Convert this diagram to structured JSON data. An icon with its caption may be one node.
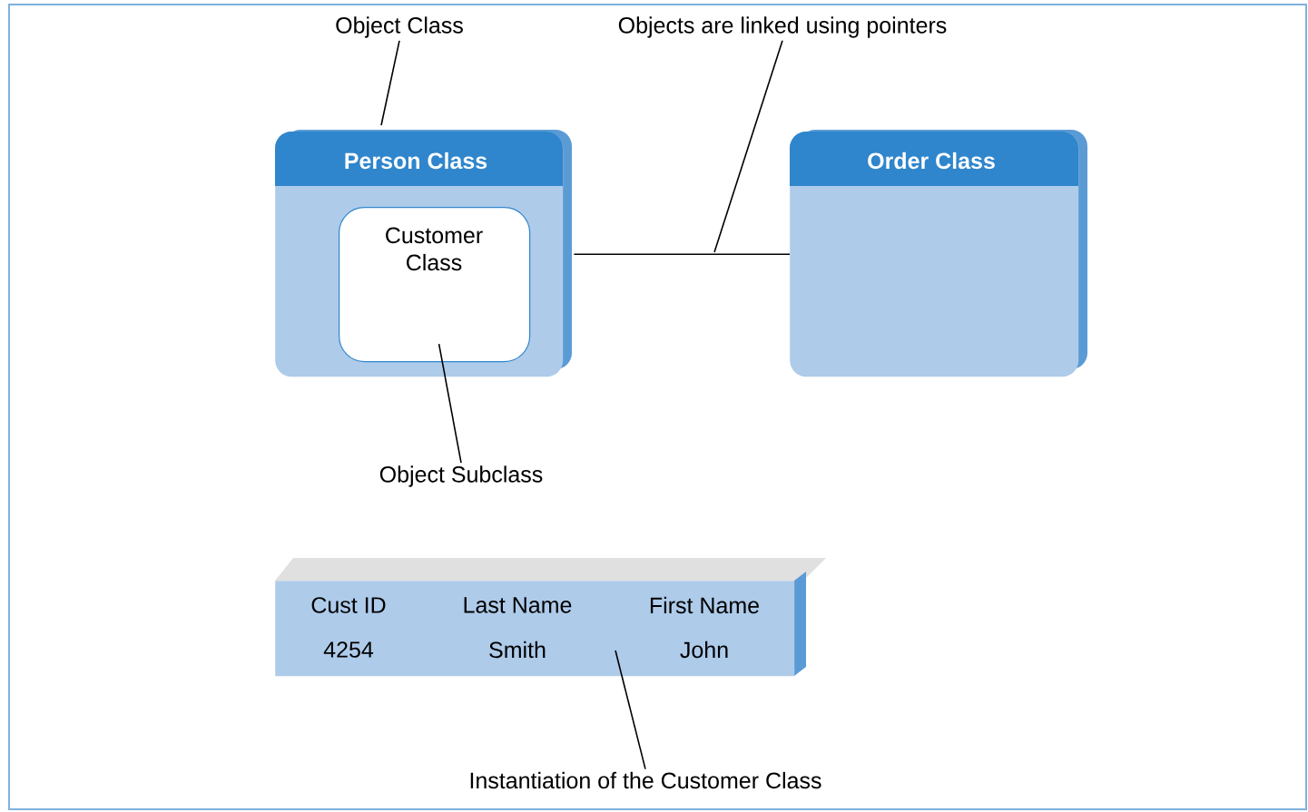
{
  "diagram": {
    "nodes": [
      {
        "text": [
          "Person Class"
        ]
      },
      {
        "text": [
          "Customer Class"
        ],
        "in": 0
      },
      {
        "text": [
          "Order Class"
        ]
      },
      {
        "text": [
          "Cust ID",
          "Last Name",
          "First Name",
          "4254",
          "Smith",
          "John"
        ]
      },
      {
        "text": [
          "Object Class"
        ]
      },
      {
        "text": [
          "Objects are linked using pointers"
        ]
      },
      {
        "text": [
          "Object Subclass"
        ]
      },
      {
        "text": [
          "Instantiation of the Customer Class"
        ]
      }
    ],
    "edges": [
      {
        "from": 0,
        "to": 2,
        "arrow": "none"
      },
      {
        "from": 4,
        "to": 0,
        "arrow": "none"
      },
      {
        "from": 5,
        "to": null,
        "arrow": "none"
      },
      {
        "from": 6,
        "to": 1,
        "arrow": "none"
      },
      {
        "from": 7,
        "to": 3,
        "arrow": "none"
      }
    ]
  }
}
